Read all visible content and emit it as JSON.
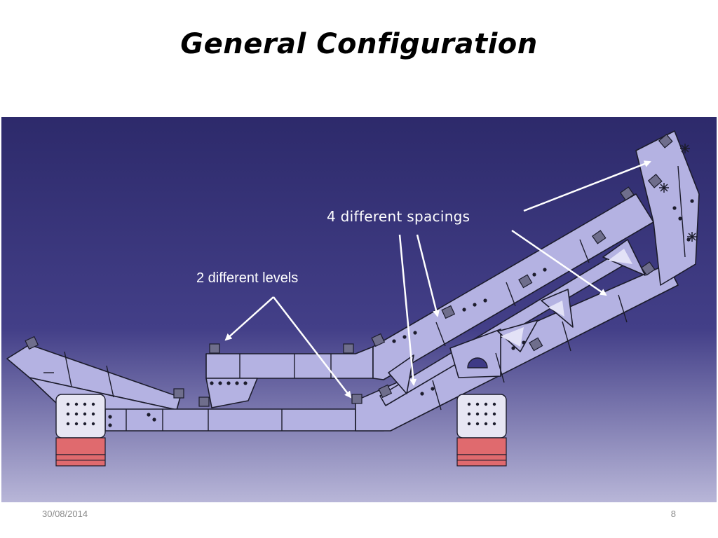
{
  "slide": {
    "title": "General Configuration",
    "footer_date": "30/08/2014",
    "page_number": "8"
  },
  "annotations": {
    "spacings_label": "4 different spacings",
    "levels_label": "2 different levels"
  },
  "colors": {
    "background_top": "#2e2b6d",
    "background_bottom": "#b5b3d6",
    "frame_fill": "#b4b2e2",
    "frame_stroke": "#1c1c2c",
    "support_fill": "#e7e6f3",
    "support_base": "#e06a6e",
    "arrow": "#ffffff"
  },
  "diagram": {
    "subject": "conveyor-idler-frame",
    "supports": 2
  }
}
